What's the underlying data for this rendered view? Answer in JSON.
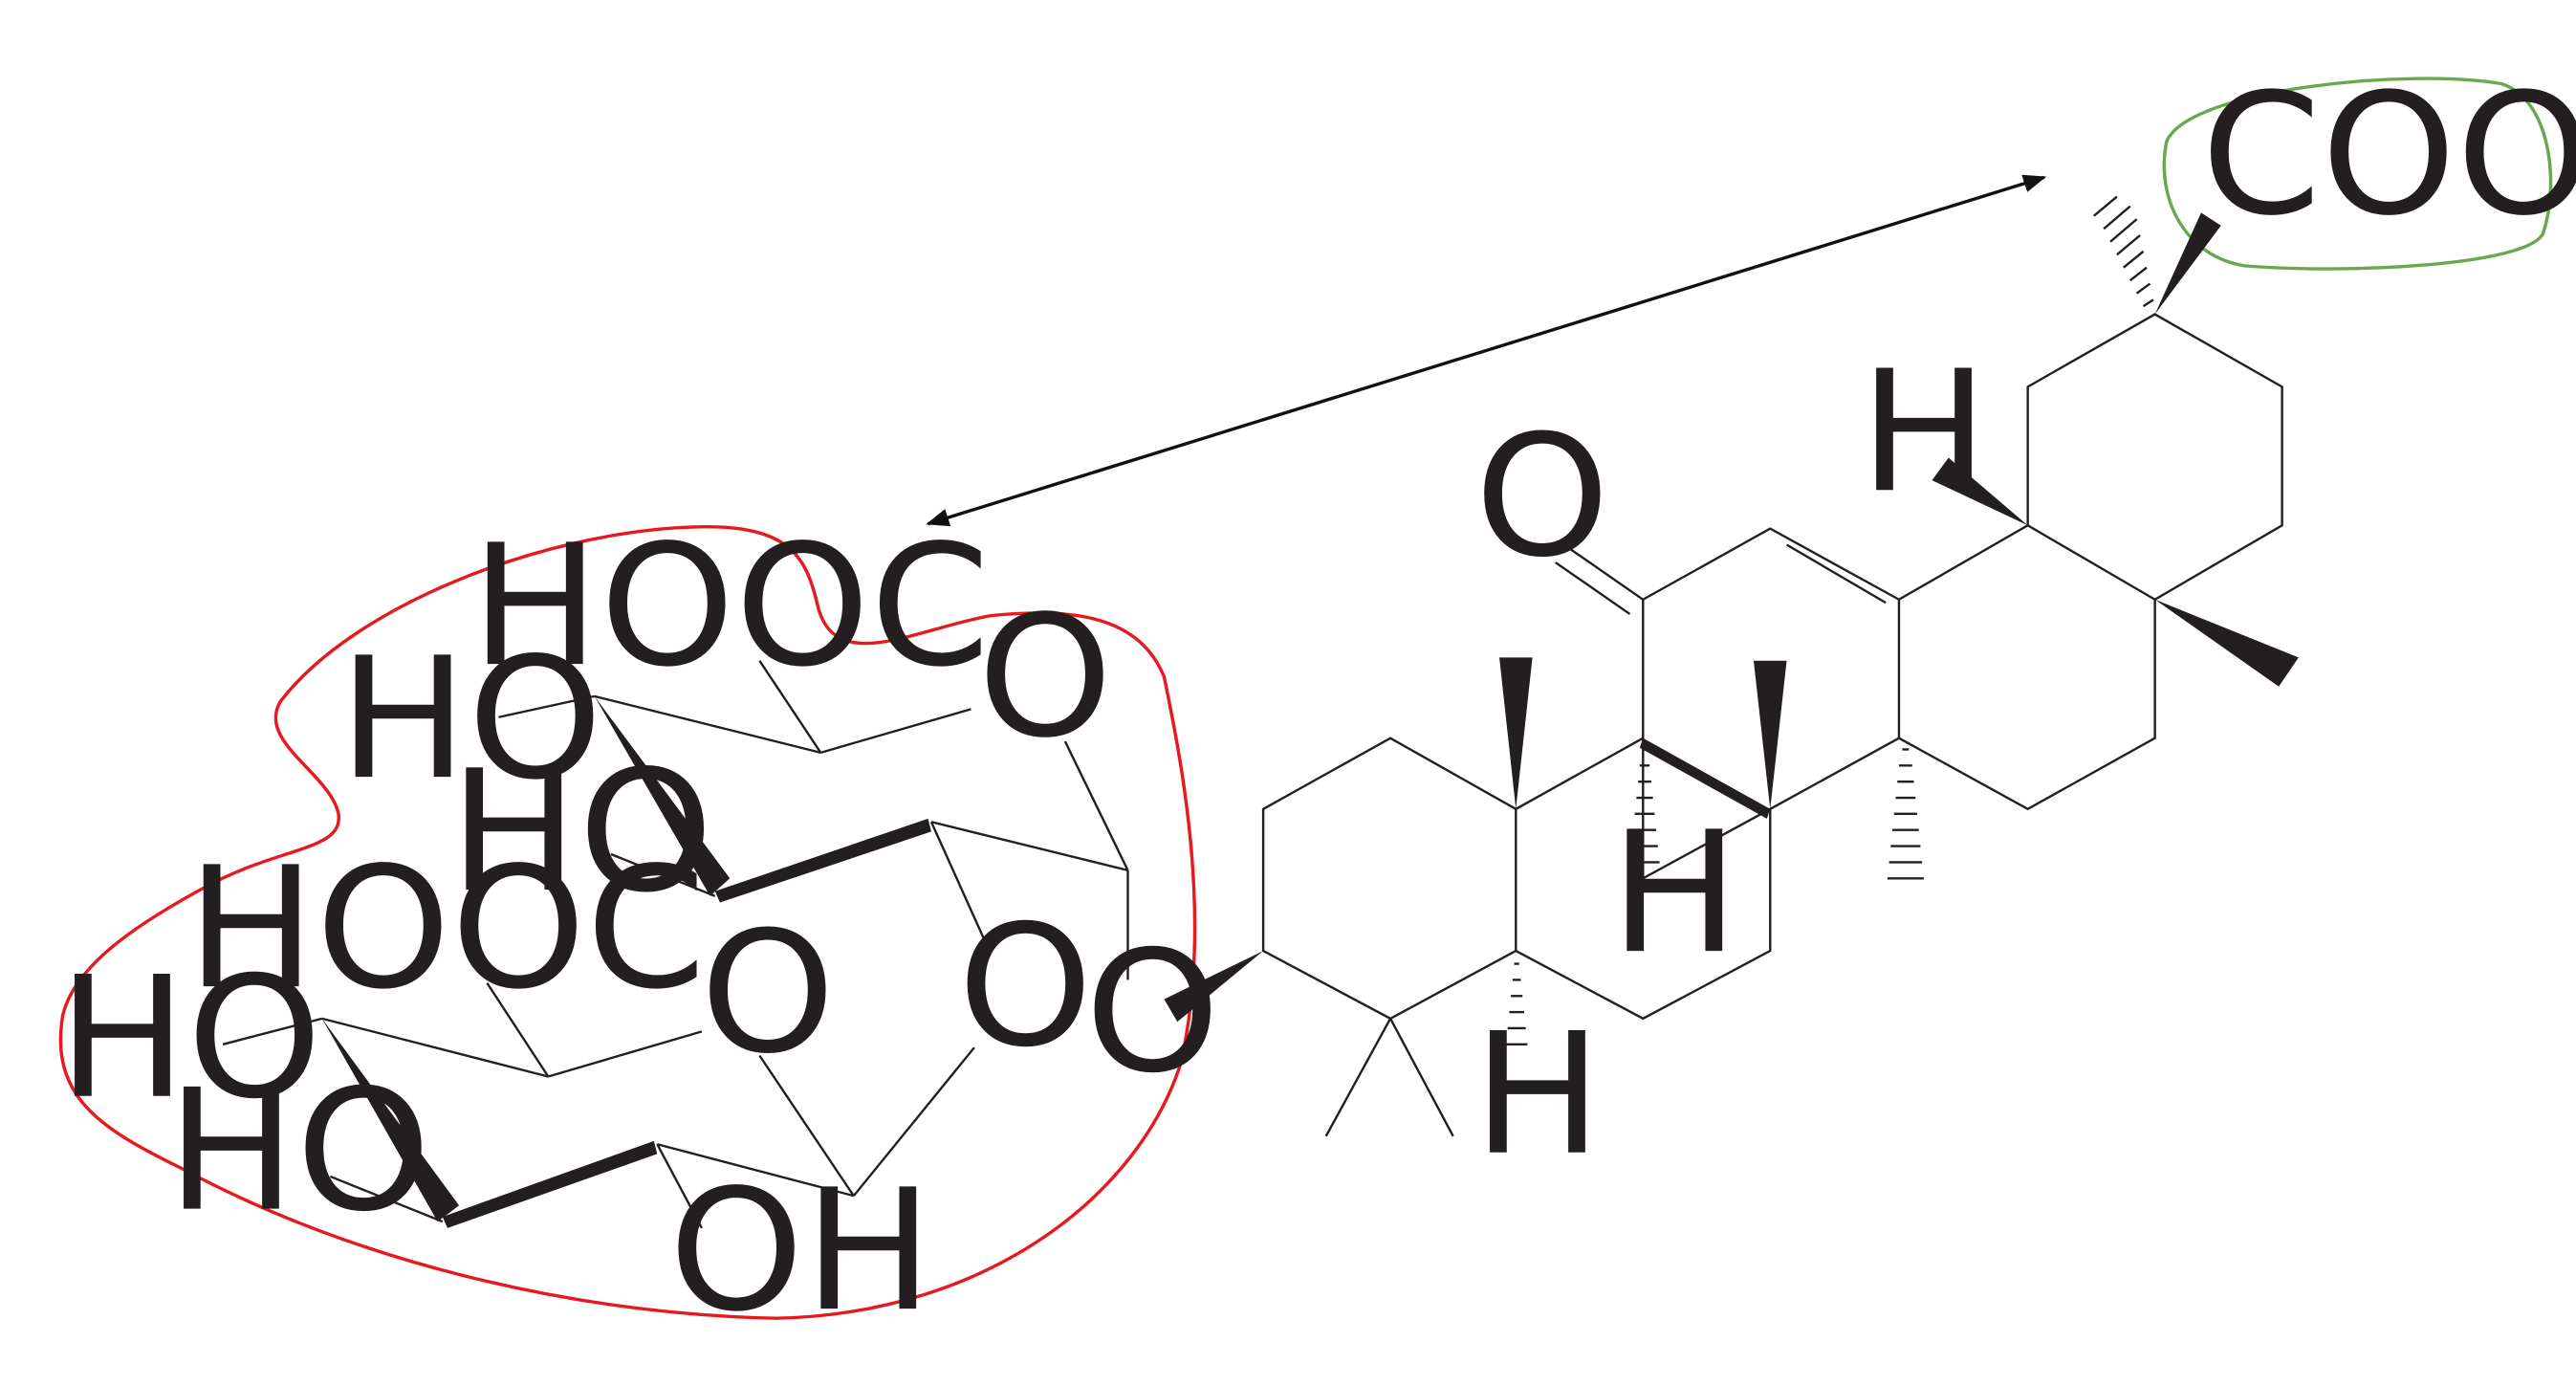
{
  "labels": {
    "cooh": "COOH",
    "h_top": "H",
    "oxo": "O",
    "hooc_1": "HOOC",
    "o_ring_1": "O",
    "ho_1": "HO",
    "ho_2": "HO",
    "h_mid": "H",
    "hooc_2": "HOOC",
    "o_ring_2": "O",
    "o_bridge": "O",
    "o_glyco": "O",
    "ho_3": "HO",
    "h_bottom": "H",
    "ho_4": "HO",
    "oh": "OH"
  },
  "colors": {
    "bond": "#231f20",
    "sugar_outline": "#e8191c",
    "acid_outline": "#6aa84f",
    "arrow": "#111111"
  }
}
